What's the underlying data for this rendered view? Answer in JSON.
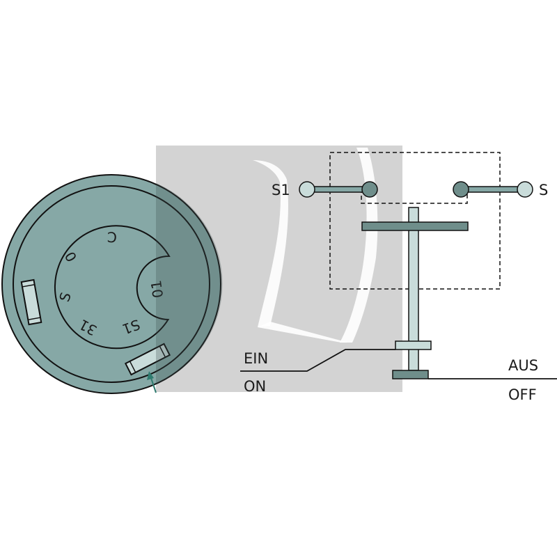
{
  "switch_face": {
    "terminals": [
      "C",
      "0",
      "S",
      "31",
      "S1",
      "01"
    ]
  },
  "schematic": {
    "left_contact_label": "S1",
    "right_contact_label": "S",
    "on_label_de": "EIN",
    "on_label_en": "ON",
    "off_label_de": "AUS",
    "off_label_en": "OFF"
  },
  "colors": {
    "body": "#86a8a6",
    "part": "#c9dcda",
    "dark": "#6f8e8b",
    "watermark": "#d3d3d3",
    "arrow": "#2f7b6f",
    "line": "#111111"
  }
}
